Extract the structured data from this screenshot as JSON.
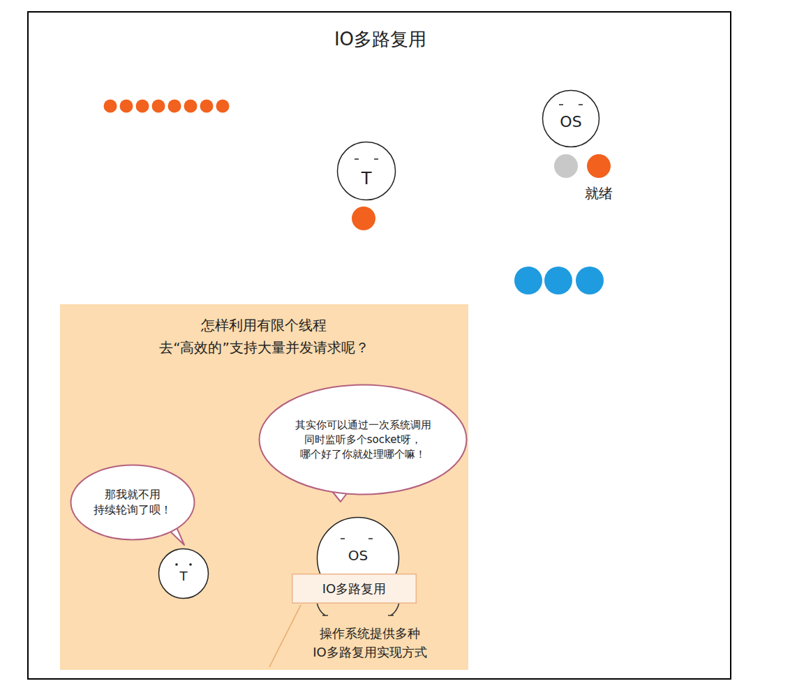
{
  "diagram": {
    "title": "IO多路复用",
    "nodes": [
      {
        "text": [
          "OS"
        ]
      },
      {
        "text": [
          "T"
        ]
      },
      {
        "text": [
          "怎样利用有限个线程 去“高效的”支持大量并发请求呢？"
        ]
      },
      {
        "text": [
          "其实你可以通过一次系统调用 同时监听多个socket呀， 哪个好了你就处理哪个嘛！"
        ],
        "in": 2
      },
      {
        "text": [
          "那我就不用 持续轮询了呗！"
        ],
        "in": 2
      },
      {
        "text": [
          "T"
        ],
        "in": 2
      },
      {
        "text": [
          "OS"
        ],
        "in": 2
      },
      {
        "text": [
          "IO多路复用"
        ],
        "in": 2
      }
    ],
    "labels": [
      "就绪",
      "操作系统提供多种 IO多路复用实现方式"
    ]
  }
}
